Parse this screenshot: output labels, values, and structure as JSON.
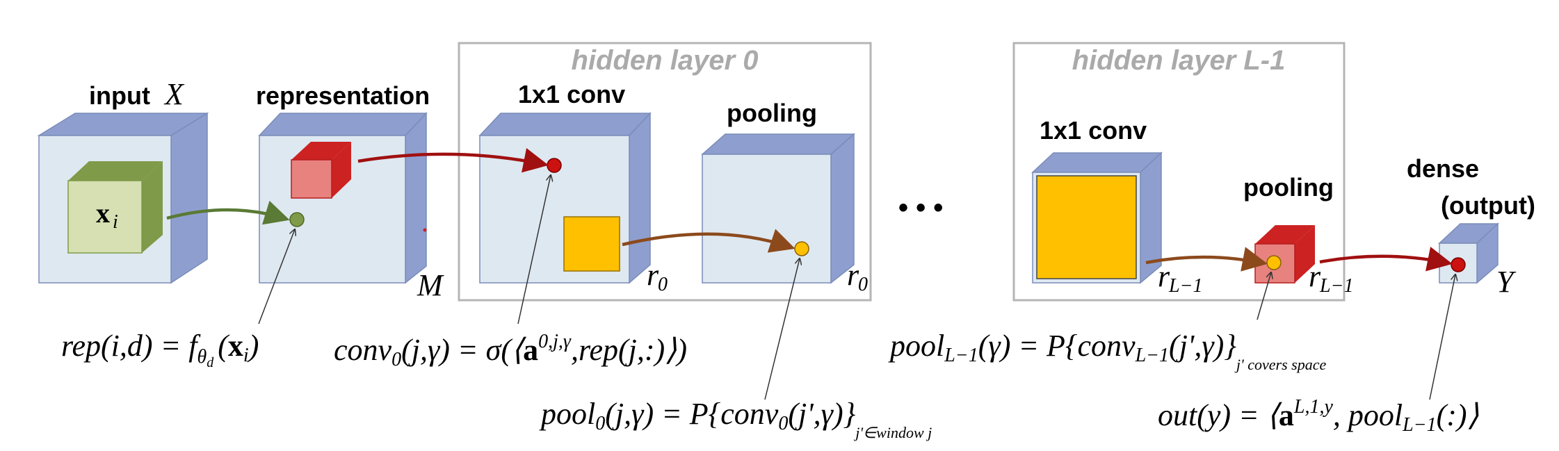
{
  "groups": {
    "hidden0": "hidden layer 0",
    "hiddenL1": "hidden layer L-1"
  },
  "labels": {
    "input": "input",
    "input_var": "X",
    "representation": "representation",
    "conv0": "1x1 conv",
    "pool0": "pooling",
    "convL1": "1x1 conv",
    "poolL1": "pooling",
    "dense1": "dense",
    "dense2": "(output)",
    "ellipsis": "• • •"
  },
  "vars": {
    "xi_base": "x",
    "xi_sub": "i",
    "M": "M",
    "r0_a": "r",
    "r0_a_sub": "0",
    "r0_b": "r",
    "r0_b_sub": "0",
    "rL1_a": "r",
    "rL1_a_sub": "L−1",
    "rL1_b": "r",
    "rL1_b_sub": "L−1",
    "Y": "Y"
  },
  "formulas": {
    "rep": {
      "lhs": "rep(i,d) = ",
      "f": "f",
      "f_sub": "θ",
      "f_subsub": "d",
      "arg_open": "(",
      "arg_x": "x",
      "arg_x_sub": "i",
      "arg_close": ")"
    },
    "conv": {
      "name": "conv",
      "name_sub": "0",
      "mid": "(j,γ) = σ(⟨",
      "a": "a",
      "a_sup": "0,j,γ",
      "tail": ",rep(j,:)⟩)"
    },
    "pool0": {
      "name": "pool",
      "name_sub": "0",
      "mid": "(j,γ) = P{conv",
      "conv_sub": "0",
      "tail": "(j',γ)}",
      "cond": "j'∈window j"
    },
    "poolL1": {
      "name": "pool",
      "name_sub": "L−1",
      "mid": "(γ) = P{conv",
      "conv_sub": "L−1",
      "tail": "(j',γ)}",
      "cond": "j' covers space"
    },
    "out": {
      "lhs": "out(y) = ⟨",
      "a": "a",
      "a_sup": "L,1,y",
      "mid": ", pool",
      "pool_sub": "L−1",
      "tail": "(:)⟩"
    }
  },
  "colors": {
    "cube_front": "#dee8f1",
    "cube_side": "#8e9fcf",
    "green_front": "#d6e0b3",
    "green_dark": "#7f9a48",
    "red_dark": "#cc2222",
    "red_light": "#e8827f",
    "gold": "#ffc000",
    "arrow_green": "#5a7a35",
    "arrow_red": "#a01010",
    "arrow_brown": "#8c4a1c",
    "group_border": "#b5b5b5"
  }
}
